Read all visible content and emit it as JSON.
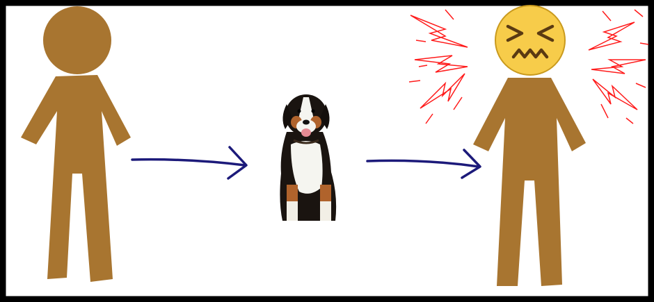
{
  "diagram": {
    "nodes": [
      {
        "id": "person-calm",
        "icon": "stick-figure"
      },
      {
        "id": "dog",
        "icon": "dog"
      },
      {
        "id": "person-distressed",
        "icon": "stick-figure-with-confounded-face"
      }
    ],
    "edges": [
      {
        "from": "person-calm",
        "to": "dog"
      },
      {
        "from": "dog",
        "to": "person-distressed"
      }
    ],
    "colors": {
      "frame": "#000000",
      "background": "#ffffff",
      "figure": "#a87530",
      "arrow": "#1c1a7a",
      "distress_marks": "#ff1a1a",
      "face": "#f7cc4a",
      "face_outline": "#c99a1e",
      "face_features": "#5a3a12"
    }
  }
}
